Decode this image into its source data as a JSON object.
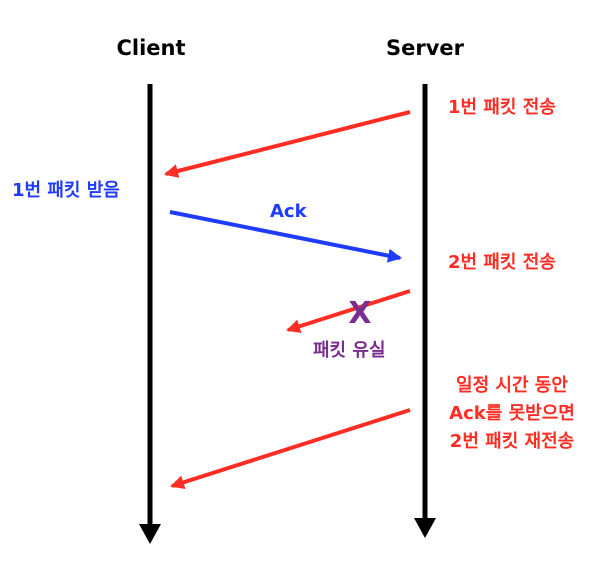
{
  "headings": {
    "client": "Client",
    "server": "Server"
  },
  "messages": {
    "packet1_send": "1번 패킷 전송",
    "packet1_receive": "1번 패킷 받음",
    "ack": "Ack",
    "packet2_send": "2번 패킷 전송",
    "lost_mark": "X",
    "packet_lost": "패킷 유실",
    "retransmit_lines": [
      "일정 시간 동안",
      "Ack를 못받으면",
      "2번 패킷 재전송"
    ]
  },
  "colors": {
    "lifeline": "#000000",
    "server_to_client": "#ff2d24",
    "client_to_server": "#1e3cff",
    "loss": "#7b2c8f"
  }
}
